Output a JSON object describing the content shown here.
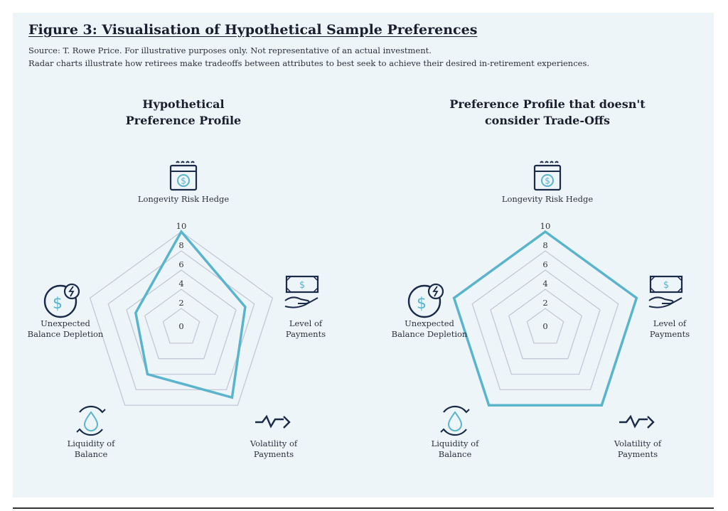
{
  "title": "Figure 3: Visualisation of Hypothetical Sample Preferences",
  "source": "Source: T. Rowe Price. For illustrative purposes only. Not representative of an actual investment.",
  "note": "Radar charts illustrate how retirees make tradeoffs between attributes to best seek to achieve their desired in-retirement experiences.",
  "colors": {
    "series": "#5ab4cc",
    "grid": "#c3c8d6",
    "icon": "#1c2a4a",
    "icon_accent": "#5ab4cc"
  },
  "chart_data": [
    {
      "type": "radar",
      "title_lines": [
        "Hypothetical",
        "Preference Profile"
      ],
      "axes": [
        "Longevity Risk Hedge",
        "Level of Payments",
        "Volatility of Payments",
        "Liquidity of Balance",
        "Unexpected Balance Depletion"
      ],
      "axis_label_lines": [
        [
          "Longevity Risk Hedge"
        ],
        [
          "Level of",
          "Payments"
        ],
        [
          "Volatility of",
          "Payments"
        ],
        [
          "Liquidity of",
          "Balance"
        ],
        [
          "Unexpected",
          "Balance Depletion"
        ]
      ],
      "icons": [
        "calendar-dollar-icon",
        "cash-hand-icon",
        "volatility-arrow-icon",
        "liquidity-drop-icon",
        "dollar-lightning-icon"
      ],
      "values": [
        10,
        7,
        9,
        6,
        5
      ],
      "range": [
        0,
        10
      ],
      "ticks": [
        "0",
        "2",
        "4",
        "6",
        "8",
        "10"
      ]
    },
    {
      "type": "radar",
      "title_lines": [
        "Preference Profile that doesn't",
        "consider Trade-Offs"
      ],
      "axes": [
        "Longevity Risk Hedge",
        "Level of Payments",
        "Volatility of Payments",
        "Liquidity of Balance",
        "Unexpected Balance Depletion"
      ],
      "axis_label_lines": [
        [
          "Longevity Risk Hedge"
        ],
        [
          "Level of",
          "Payments"
        ],
        [
          "Volatility of",
          "Payments"
        ],
        [
          "Liquidity of",
          "Balance"
        ],
        [
          "Unexpected",
          "Balance Depletion"
        ]
      ],
      "icons": [
        "calendar-dollar-icon",
        "cash-hand-icon",
        "volatility-arrow-icon",
        "liquidity-drop-icon",
        "dollar-lightning-icon"
      ],
      "values": [
        10,
        10,
        10,
        10,
        10
      ],
      "range": [
        0,
        10
      ],
      "ticks": [
        "0",
        "2",
        "4",
        "6",
        "8",
        "10"
      ]
    }
  ]
}
